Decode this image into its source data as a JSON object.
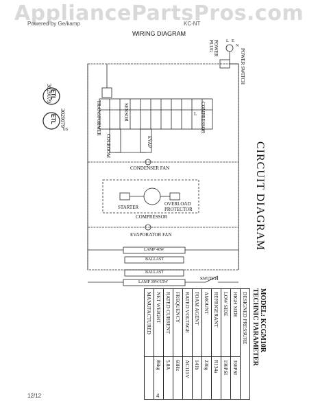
{
  "watermark": "AppliancePartsPros.com",
  "header": {
    "left_text": "Powered by Ge/kamp",
    "right_text": "KC-NT"
  },
  "title": "WIRING DIAGRAM",
  "diagram": {
    "title": "CIRCUIT DIAGRAM",
    "labels": {
      "transformer": "TRANSFORMER",
      "sensor": "SENSOR",
      "evap": "EVAP",
      "colroom": "COLROOM",
      "compressor_relay": "COMPRESSOR",
      "relay_l": "L",
      "condenser_fan": "CONDENSER FAN",
      "starter": "STARTER",
      "overload_protector": "OVERLOAD PROTECTOR",
      "compressor": "COMPRESSOR",
      "evaporator_fan": "EVAPORATOR FAN",
      "lamp_top": "LAMP 40W",
      "ballast_top": "BALLAST",
      "ballast_bottom": "BALLAST",
      "lamp_bottom": "LAMP 30W/15W",
      "switch": "SWITCH",
      "power_plug": "POWER PLUG",
      "power_switch": "POWER SWITCH",
      "plug_terminals": [
        "L",
        "E",
        "N"
      ],
      "cert_number_1": "3029079",
      "cert_number_2": "3029079",
      "cert_mark": "ETL",
      "cert_suffix": "US"
    }
  },
  "parameters": {
    "model": "MODEL: KCGM10R",
    "heading": "TECHNIC PARAMETER",
    "designed_pressure": "DESIGNED PRESSURE",
    "rows": [
      {
        "label": "HIGH SIDE",
        "value": "358PSI"
      },
      {
        "label": "LOW SIDE",
        "value": "190PSI"
      },
      {
        "label": "REFRIGERANT",
        "value": "R134a"
      },
      {
        "label": "AMOUNT",
        "value": "230g"
      },
      {
        "label": "FOAM AGENT",
        "value": "141b"
      },
      {
        "label": "RATED VOLTAGE",
        "value": "AC115V"
      },
      {
        "label": "FREQUENCY",
        "value": "60Hz"
      },
      {
        "label": "RATED CURRENT",
        "value": "5.8A"
      },
      {
        "label": "NET WEIGHT",
        "value": "86kg"
      },
      {
        "label": "MANUFACTURED",
        "value": ""
      }
    ]
  },
  "footer": {
    "date": "12/12",
    "page": "4"
  }
}
